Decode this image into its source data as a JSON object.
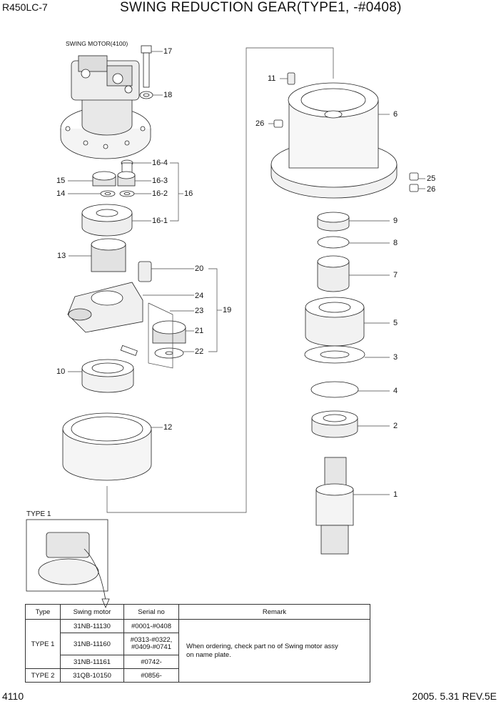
{
  "header": {
    "model": "R450LC-7",
    "title": "SWING REDUCTION GEAR(TYPE1, -#0408)"
  },
  "footer": {
    "page": "4110",
    "date_rev": "2005. 5.31  REV.5E"
  },
  "diagram": {
    "motor_label": "SWING MOTOR(4100)",
    "type1_label": "TYPE 1",
    "callouts": {
      "c17": "17",
      "c18": "18",
      "c16_4": "16-4",
      "c16_3": "16-3",
      "c16_2": "16-2",
      "c16": "16",
      "c16_1": "16-1",
      "c15": "15",
      "c14": "14",
      "c13": "13",
      "c20": "20",
      "c24": "24",
      "c23": "23",
      "c19": "19",
      "c21": "21",
      "c22": "22",
      "c10": "10",
      "c12": "12",
      "c11": "11",
      "c6": "6",
      "c26a": "26",
      "c25": "25",
      "c26b": "26",
      "c9": "9",
      "c8": "8",
      "c7": "7",
      "c5": "5",
      "c3": "3",
      "c4": "4",
      "c2": "2",
      "c1": "1"
    }
  },
  "table": {
    "headers": [
      "Type",
      "Swing motor",
      "Serial no",
      "Remark"
    ],
    "rows": [
      {
        "type": "",
        "motor": "31NB-11130",
        "serial": "#0001-#0408"
      },
      {
        "type": "TYPE 1",
        "motor": "31NB-11160",
        "serial_line1": "#0313-#0322,",
        "serial_line2": "#0409-#0741"
      },
      {
        "type": "",
        "motor": "31NB-11161",
        "serial": "#0742-"
      },
      {
        "type": "TYPE 2",
        "motor": "31QB-10150",
        "serial": "#0856-"
      }
    ],
    "remark_line1": "When ordering, check part no of Swing motor assy",
    "remark_line2": "on name plate."
  }
}
